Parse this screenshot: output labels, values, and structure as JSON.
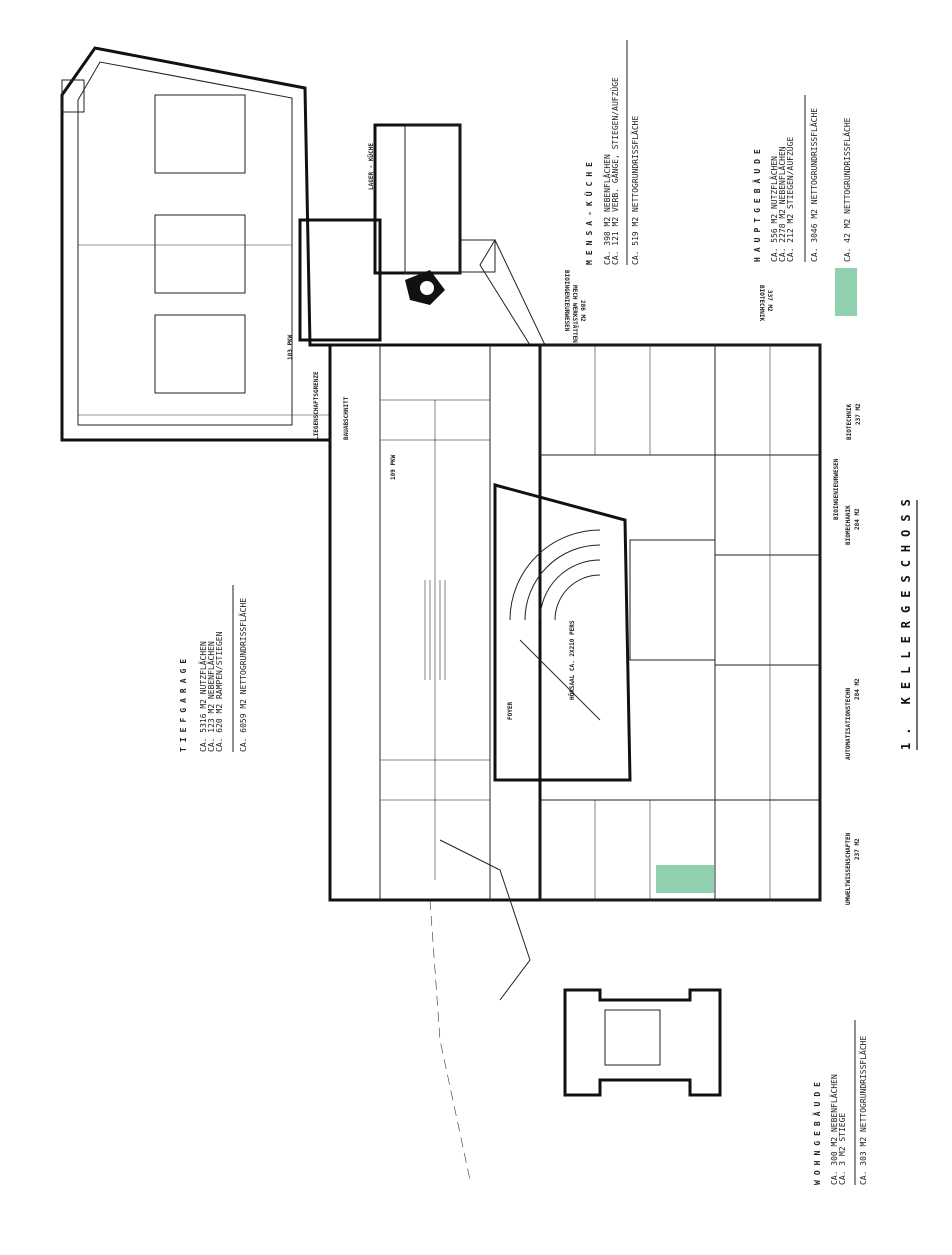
{
  "title": "1. KELLERGESCHOSS",
  "accent_color": "#8fd1ae",
  "tiefgarage": {
    "title": "TIEFGARAGE",
    "lines": [
      "CA. 5316 M2 NUTZFLÄCHEN",
      "CA.  123 M2 NEBENFLÄCHEN",
      "CA.  620 M2 RAMPEN/STIEGEN"
    ],
    "total": "CA. 6059 M2 NETTOGRUNDRISSFLÄCHE"
  },
  "mensa": {
    "title": "MENSA-KÜCHE",
    "lines": [
      "CA.  398 M2 NEBENFLÄCHEN",
      "CA.  121 M2 VERB. GÄNGE, STIEGEN/AUFZÜGE"
    ],
    "total": "CA.  519 M2 NETTOGRUNDRISSFLÄCHE"
  },
  "hauptgebaeude": {
    "title": "HAUPTGEBÄUDE",
    "lines": [
      "CA.  556 M2 NUTZFLÄCHEN",
      "CA. 2278 M2 NEBENFLÄCHEN",
      "CA.  212 M2 STIEGEN/AUFZÜGE"
    ],
    "total": "CA. 3046 M2 NETTOGRUNDRISSFLÄCHE",
    "highlight": "CA.   42 M2 NETTOGRUNDRISSFLÄCHE"
  },
  "wohngebaeude": {
    "title": "WOHNGEBÄUDE",
    "lines": [
      "CA.  300 M2 NEBENFLÄCHEN",
      "CA.    3 M2 STIEGE"
    ],
    "total": "CA.  303 M2 NETTOGRUNDRISSFLÄCHE"
  },
  "departments": {
    "biotechnik": "BIOTECHNIK",
    "biotechnik_area": "237 M2",
    "bioingenieurwesen": "BIOINGENIEURWESEN",
    "biomechanik": "BIOMECHANIK",
    "biomechanik_area": "284 M2",
    "automatisation": "AUTOMATISATIONSTECHN",
    "automatisation_area": "284 M2",
    "umwelt": "UMWELTWISSENSCHAFTEN",
    "umwelt_area": "237 M2",
    "top_bioing": "BIOINGENIEURWESEN",
    "top_mech": "MECH WERKSTÄTTEN",
    "top_mech_area": "286 M2",
    "top_biotech": "BIOTECHNIK",
    "top_biotech_area": "337 M2"
  },
  "rooms": {
    "hoersaal": "HÖRSAAL CA. 2X210 PERS",
    "foyer": "FOYER",
    "pkw1": "103 PKW",
    "pkw2": "109 PKW",
    "lager_kueche": "LAGER - KÜCHE",
    "liegenschaftsgrenze": "LIEGENSCHAFTSGRENZE",
    "bauabschnitt": "BAUABSCHNITT"
  }
}
